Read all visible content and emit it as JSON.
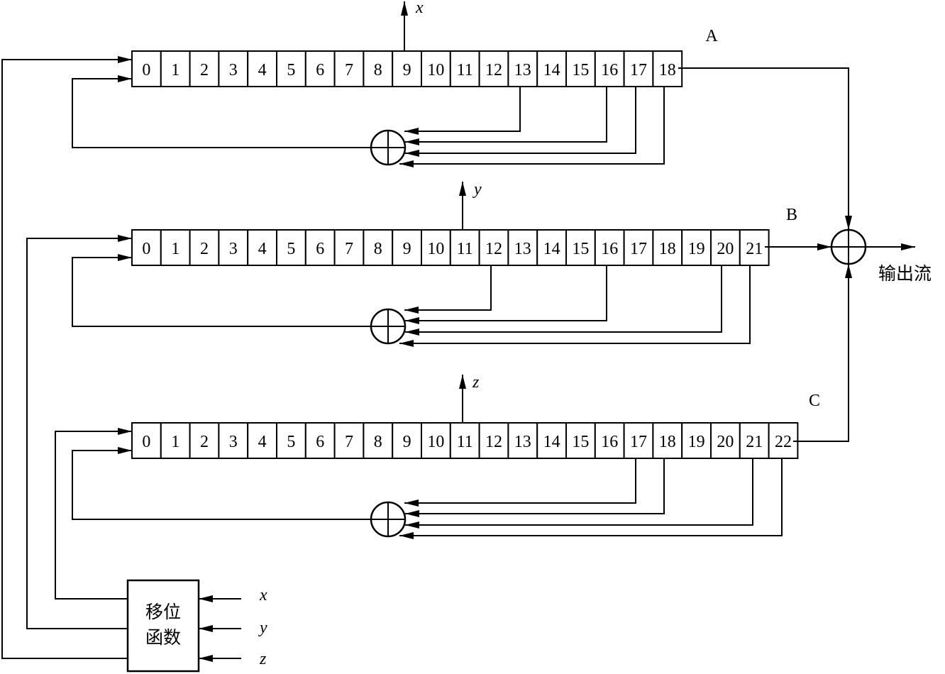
{
  "registers": [
    {
      "label": "A",
      "cells": [
        "0",
        "1",
        "2",
        "3",
        "4",
        "5",
        "6",
        "7",
        "8",
        "9",
        "10",
        "11",
        "12",
        "13",
        "14",
        "15",
        "16",
        "17",
        "18"
      ],
      "output_var": "x",
      "output_tap": "9",
      "feedback_taps": [
        "13",
        "16",
        "17",
        "18"
      ]
    },
    {
      "label": "B",
      "cells": [
        "0",
        "1",
        "2",
        "3",
        "4",
        "5",
        "6",
        "7",
        "8",
        "9",
        "10",
        "11",
        "12",
        "13",
        "14",
        "15",
        "16",
        "17",
        "18",
        "19",
        "20",
        "21"
      ],
      "output_var": "y",
      "output_tap": "11",
      "feedback_taps": [
        "12",
        "16",
        "20",
        "21"
      ]
    },
    {
      "label": "C",
      "cells": [
        "0",
        "1",
        "2",
        "3",
        "4",
        "5",
        "6",
        "7",
        "8",
        "9",
        "10",
        "11",
        "12",
        "13",
        "14",
        "15",
        "16",
        "17",
        "18",
        "19",
        "20",
        "21",
        "22"
      ],
      "output_var": "z",
      "output_tap": "11",
      "feedback_taps": [
        "17",
        "18",
        "21",
        "22"
      ]
    }
  ],
  "shift_function": {
    "line1": "移位",
    "line2": "函数",
    "inputs": [
      "x",
      "y",
      "z"
    ]
  },
  "output": {
    "label": "输出流"
  }
}
